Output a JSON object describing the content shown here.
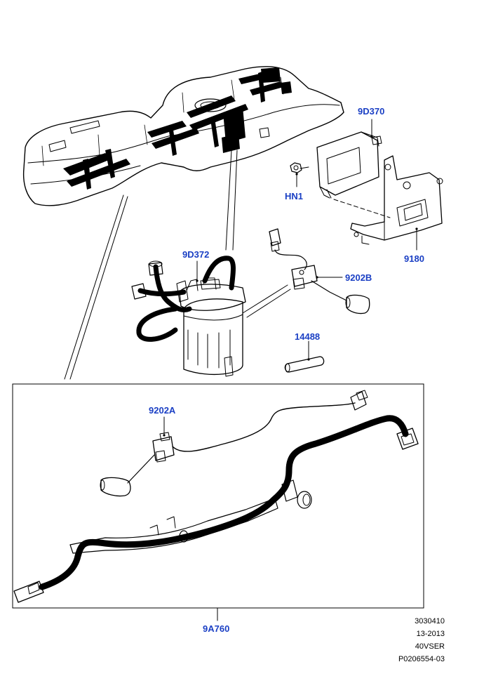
{
  "labels": {
    "fuel_pump_module": "9D370",
    "nut": "HN1",
    "bracket": "9180",
    "pump_assembly": "9D372",
    "sender_unit_b": "9202B",
    "pipe": "14488",
    "sender_unit_a": "9202A",
    "harness": "9A760"
  },
  "reference": {
    "line1": "3030410",
    "line2": "13-2013",
    "line3": "40VSER",
    "line4": "P0206554-03"
  },
  "colors": {
    "label": "#1a3fc4",
    "line": "#000000",
    "fill_light": "#f2f2f2",
    "fill_mid": "#e0e0e0"
  }
}
